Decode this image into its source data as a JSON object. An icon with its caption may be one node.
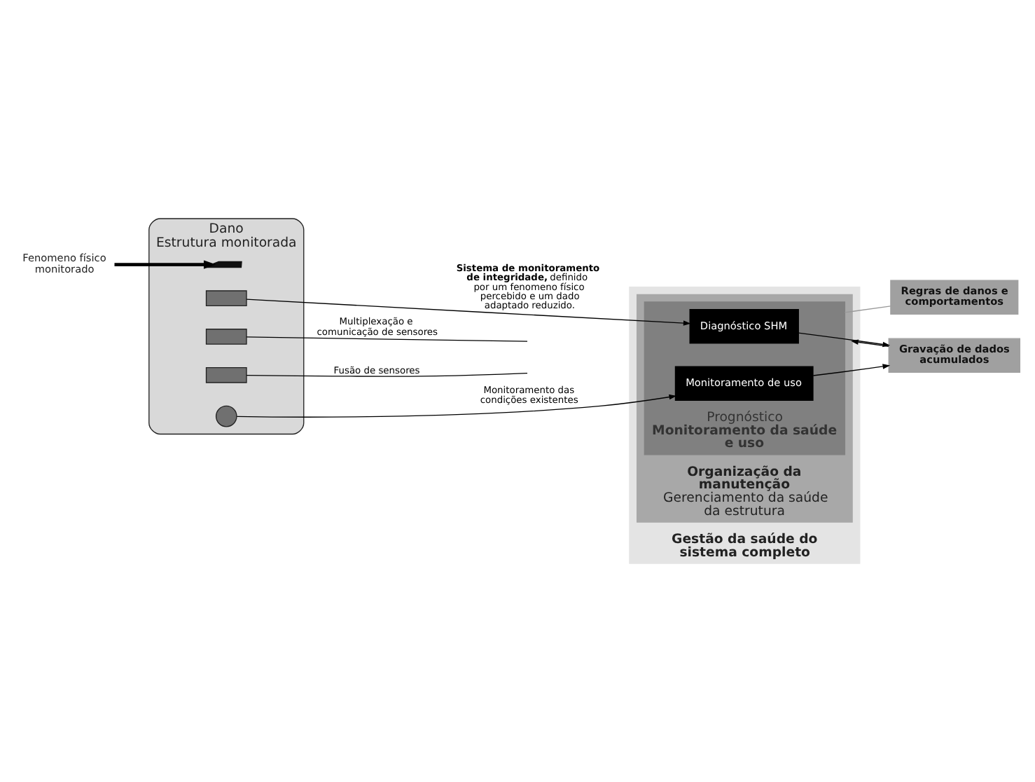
{
  "diagram": {
    "nodes": [
      {
        "text": [
          "Dano",
          "Estrutura monitorada"
        ]
      },
      {
        "text": [
          "Fenomeno físico monitorado"
        ]
      },
      {
        "text": [],
        "shape": "crack",
        "in": 0
      },
      {
        "text": [],
        "shape": "box",
        "in": 0
      },
      {
        "text": [],
        "shape": "box",
        "in": 0
      },
      {
        "text": [],
        "shape": "box",
        "in": 0
      },
      {
        "text": [],
        "shape": "circle",
        "in": 0
      },
      {
        "text": [
          "Gestão da saúde do sistema completo"
        ]
      },
      {
        "text": [
          "Organização da manutenção",
          "Gerenciamento da saúde da estrutura"
        ],
        "in": 7
      },
      {
        "text": [
          "Prognóstico",
          "Monitoramento da saúde e uso"
        ],
        "in": 8
      },
      {
        "text": [
          "Diagnóstico SHM"
        ],
        "in": 9
      },
      {
        "text": [
          "Monitoramento de uso"
        ],
        "in": 9
      },
      {
        "text": [
          "Gravação de dados acumulados"
        ]
      },
      {
        "text": [
          "Regras de danos e comportamentos"
        ]
      }
    ],
    "edges": [
      {
        "from": 1,
        "to": 2,
        "arrow": "to",
        "style": "thick"
      },
      {
        "from": 3,
        "to": 10,
        "arrow": "to",
        "label": "**Sistema de monitoramento de integridade,** definido por um fenomeno físico percebido e um dado adaptado reduzido."
      },
      {
        "from": 4,
        "to": null,
        "arrow": "none",
        "label": "Multiplexação e comunicação de sensores"
      },
      {
        "from": 5,
        "to": null,
        "arrow": "none",
        "label": "Fusão de sensores"
      },
      {
        "from": 6,
        "to": 11,
        "arrow": "to",
        "label": "Monitoramento das condições existentes"
      },
      {
        "from": 10,
        "to": 12,
        "arrow": "to"
      },
      {
        "from": 11,
        "to": 12,
        "arrow": "to"
      },
      {
        "from": 9,
        "to": 13,
        "arrow": "none",
        "color": "#999999"
      },
      {
        "from": 12,
        "to": 8,
        "arrow": "to"
      }
    ]
  }
}
